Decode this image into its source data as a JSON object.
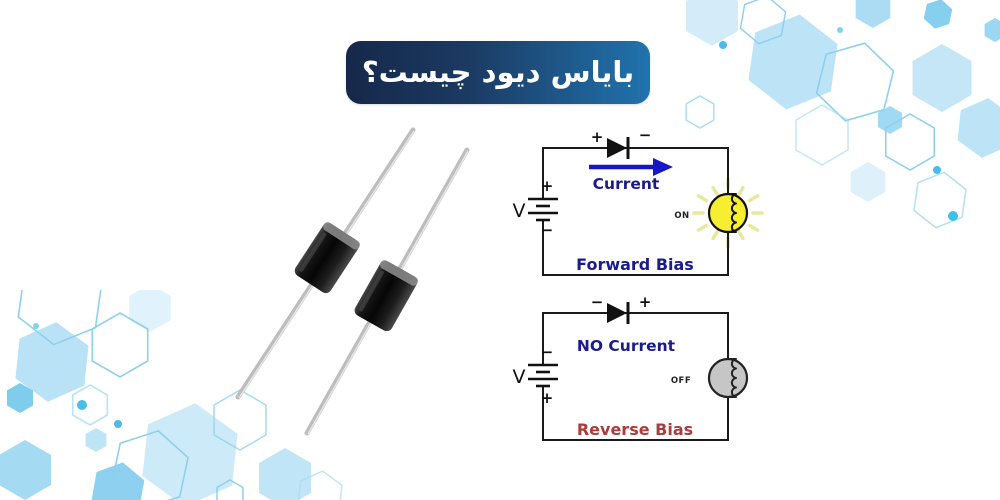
{
  "title": {
    "text": "بایاس دیود چیست؟"
  },
  "colors": {
    "background": "#FFFFFF",
    "banner_left": "#16284A",
    "banner_right": "#2173AE",
    "wire": "#1A1A1A",
    "navy_text": "#1B1B8E",
    "red_text": "#AC3B3B",
    "arrow_blue": "#1616C8",
    "bulb_on_fill": "#F7EE2F",
    "bulb_on_rays": "#E9E79B",
    "bulb_off_fill": "#C6C6C6",
    "hex_fill": "#BFE4F6",
    "hex_stroke": "#8ECFEF"
  },
  "circuits": {
    "forward": {
      "battery_label": "V",
      "battery_top_sign": "+",
      "battery_bottom_sign": "−",
      "diode_left_sign": "+",
      "diode_right_sign": "−",
      "flow_label": "Current",
      "bulb_state": "ON",
      "caption": "Forward Bias"
    },
    "reverse": {
      "battery_label": "V",
      "battery_top_sign": "−",
      "battery_bottom_sign": "+",
      "diode_left_sign": "−",
      "diode_right_sign": "+",
      "flow_label": "NO Current",
      "bulb_state": "OFF",
      "caption": "Reverse Bias"
    }
  }
}
